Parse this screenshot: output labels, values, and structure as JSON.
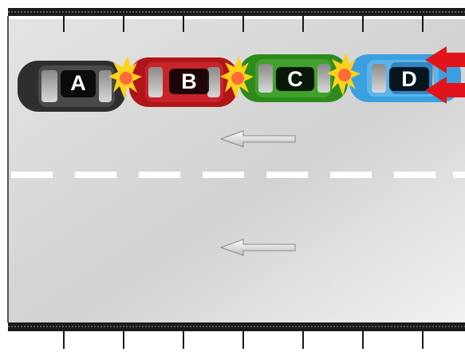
{
  "cars": [
    {
      "label": "A",
      "color": "#3a3a3a"
    },
    {
      "label": "B",
      "color": "#b0151a"
    },
    {
      "label": "C",
      "color": "#2f8a1e"
    },
    {
      "label": "D",
      "color": "#3aa0e0"
    }
  ],
  "colors": {
    "road": "#d8d8d8",
    "barrier": "#1a1a1a",
    "lane_dash": "#ffffff",
    "impact": "#ffd21a",
    "impact_core": "#ff6a3a",
    "push_arrow": "#e0141a",
    "travel_arrow": "#ffffff"
  },
  "icons": {
    "impact": "collision-burst-icon",
    "push": "rear-push-arrow-icon",
    "travel": "travel-direction-arrow-icon"
  }
}
